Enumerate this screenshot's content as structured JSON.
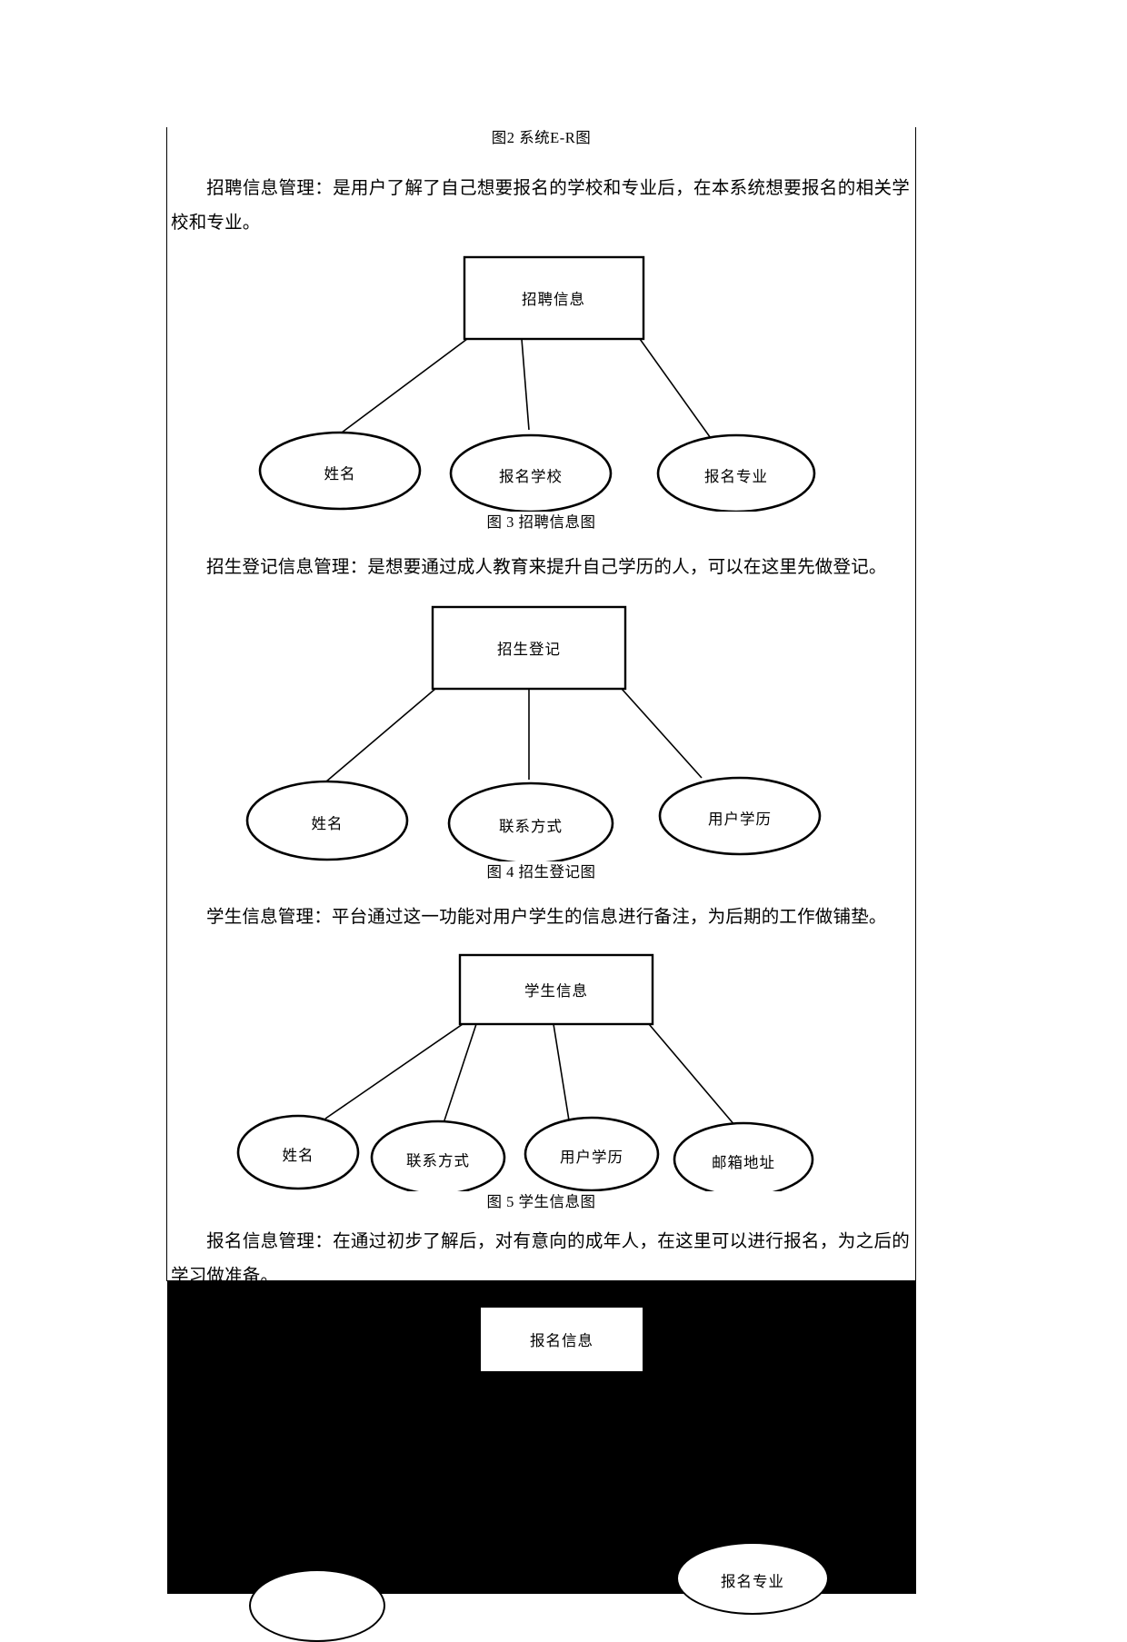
{
  "document": {
    "figure2_caption": "图2 系统E-R图",
    "sections": [
      {
        "paragraph": "招聘信息管理：是用户了解了自己想要报名的学校和专业后，在本系统想要报名的相关学校和专业。",
        "diagram": {
          "entity": "招聘信息",
          "attributes": [
            "姓名",
            "报名学校",
            "报名专业"
          ]
        },
        "caption": "图 3 招聘信息图"
      },
      {
        "paragraph": "招生登记信息管理：是想要通过成人教育来提升自己学历的人，可以在这里先做登记。",
        "diagram": {
          "entity": "招生登记",
          "attributes": [
            "姓名",
            "联系方式",
            "用户学历"
          ]
        },
        "caption": "图 4 招生登记图"
      },
      {
        "paragraph": "学生信息管理：平台通过这一功能对用户学生的信息进行备注，为后期的工作做铺垫。",
        "diagram": {
          "entity": "学生信息",
          "attributes": [
            "姓名",
            "联系方式",
            "用户学历",
            "邮箱地址"
          ]
        },
        "caption": "图 5 学生信息图"
      },
      {
        "paragraph": "报名信息管理：在通过初步了解后，对有意向的成年人，在这里可以进行报名，为之后的学习做准备。",
        "diagram": {
          "entity": "报名信息",
          "attributes": [
            "报名专业"
          ]
        },
        "caption": ""
      }
    ]
  },
  "colors": {
    "ink": "#000000",
    "page": "#ffffff",
    "band": "#000000"
  }
}
